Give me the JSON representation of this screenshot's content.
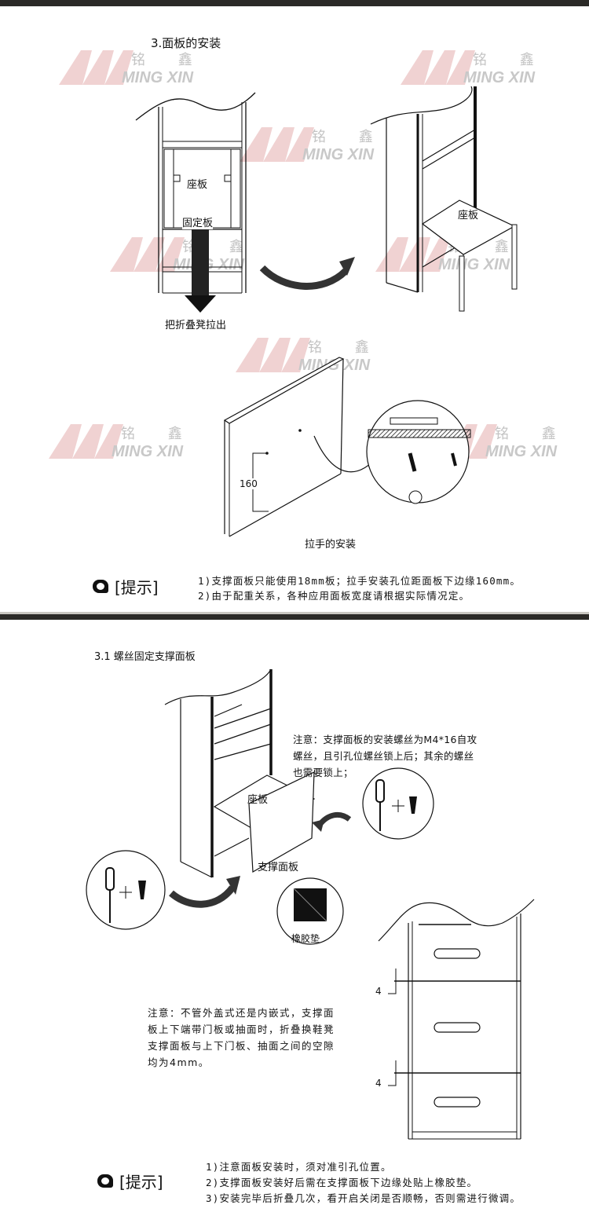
{
  "header_bar_color": "#2b2a27",
  "watermark": {
    "brand_cn": "铭 鑫",
    "brand_en": "MING XIN",
    "logo_color": "#f2d4d4"
  },
  "section1": {
    "title": "3.面板的安装",
    "diagram_left": {
      "seat_label": "座板",
      "fixed_board_label": "固定板",
      "arrow_caption": "把折叠凳拉出"
    },
    "diagram_right": {
      "seat_label": "座板"
    },
    "handle_diagram": {
      "dimension": "160",
      "caption": "拉手的安装"
    },
    "tips": {
      "title": "[提示]",
      "lines": [
        "1)支撑面板只能使用18mm板；拉手安装孔位距面板下边缘160mm。",
        "2)由于配重关系，各种应用面板宽度请根据实际情况定。"
      ]
    }
  },
  "section2": {
    "title": "3.1 螺丝固定支撑面板",
    "diagram": {
      "seat_label": "座板",
      "support_panel_label": "支撑面板",
      "rubber_pad_label": "橡胶垫"
    },
    "note_top": "注意：支撑面板的安装螺丝为M4*16自攻螺丝，且引孔位螺丝锁上后；其余的螺丝也需要锁上；",
    "note_top_lines": [
      "注意：支撑面板的安装螺丝为M4*16自攻",
      "螺丝，且引孔位螺丝锁上后；其余的螺丝",
      "也需要锁上；"
    ],
    "note_bottom_lines": [
      "注意：不管外盖式还是内嵌式，支撑面",
      "板上下端带门板或抽面时，折叠换鞋凳",
      "支撑面板与上下门板、抽面之间的空隙",
      "均为4mm。"
    ],
    "gap_labels": [
      "4",
      "4"
    ],
    "tips": {
      "title": "[提示]",
      "lines": [
        "1)注意面板安装时，须对准引孔位置。",
        "2)支撑面板安装好后需在支撑面板下边缘处贴上橡胶垫。",
        "3)安装完毕后折叠几次，看开启关闭是否顺畅，否则需进行微调。"
      ]
    }
  }
}
